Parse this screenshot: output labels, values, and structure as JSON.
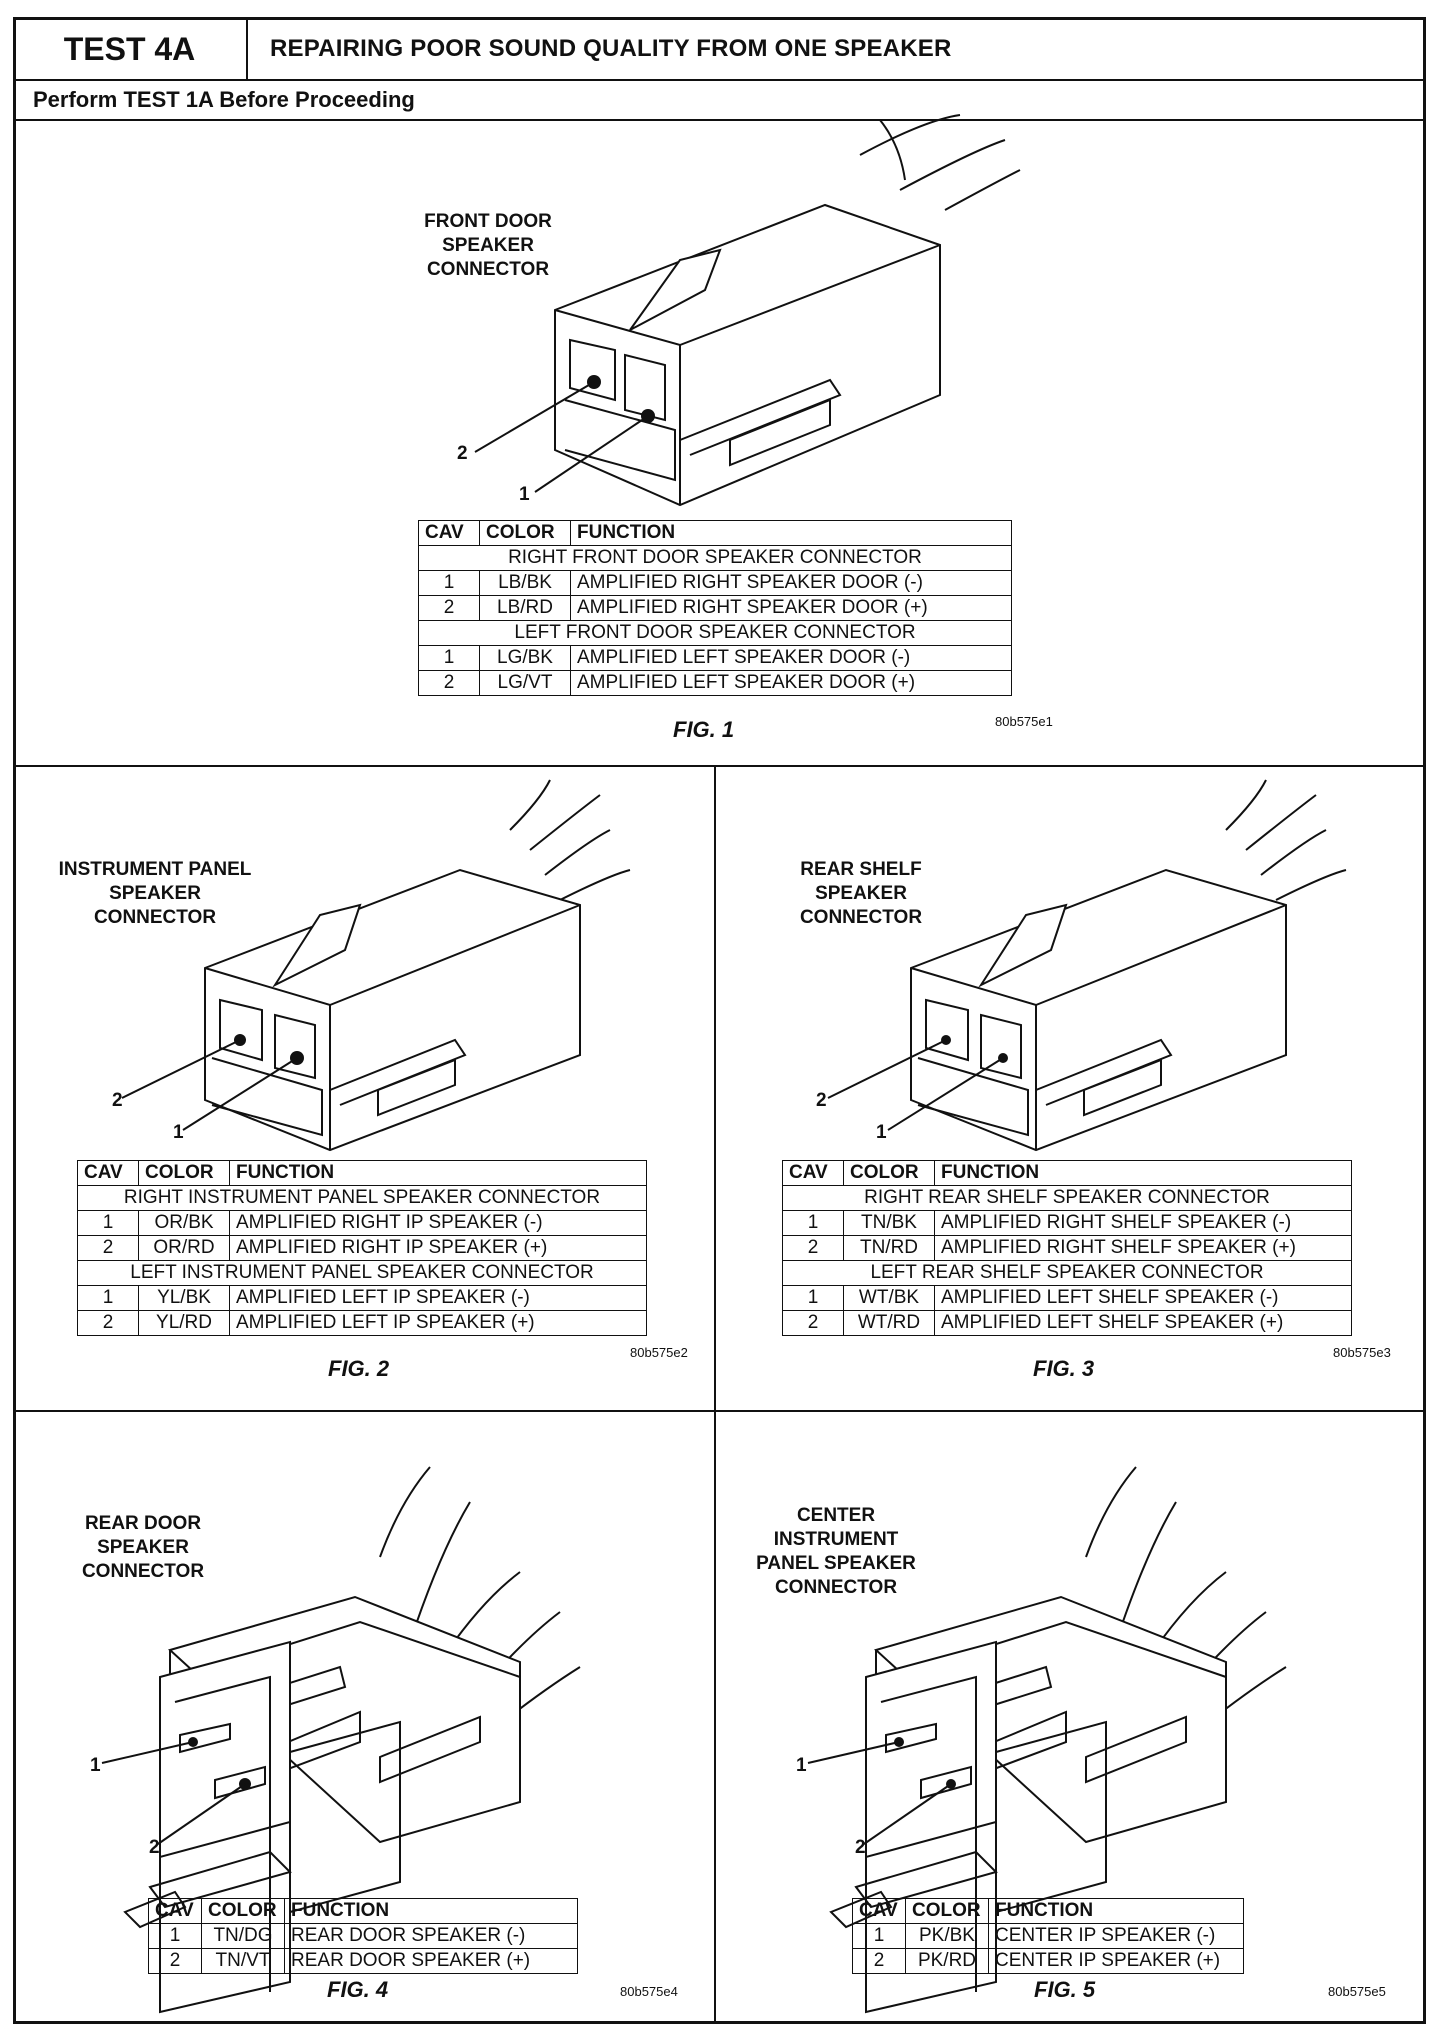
{
  "header": {
    "test_id": "TEST 4A",
    "title": "REPAIRING POOR SOUND QUALITY FROM ONE SPEAKER",
    "subtitle": "Perform TEST 1A Before Proceeding"
  },
  "figures": {
    "fig1": {
      "connector_label": [
        "FRONT DOOR",
        "SPEAKER",
        "CONNECTOR"
      ],
      "pin_labels": [
        "1",
        "2"
      ],
      "table": {
        "headers": [
          "CAV",
          "COLOR",
          "FUNCTION"
        ],
        "sections": [
          {
            "title": "RIGHT FRONT DOOR SPEAKER CONNECTOR",
            "rows": [
              [
                "1",
                "LB/BK",
                "AMPLIFIED RIGHT SPEAKER DOOR (-)"
              ],
              [
                "2",
                "LB/RD",
                "AMPLIFIED RIGHT SPEAKER DOOR (+)"
              ]
            ]
          },
          {
            "title": "LEFT FRONT DOOR SPEAKER CONNECTOR",
            "rows": [
              [
                "1",
                "LG/BK",
                "AMPLIFIED LEFT SPEAKER DOOR (-)"
              ],
              [
                "2",
                "LG/VT",
                "AMPLIFIED LEFT SPEAKER DOOR (+)"
              ]
            ]
          }
        ]
      },
      "caption": "FIG. 1",
      "code": "80b575e1"
    },
    "fig2": {
      "connector_label": [
        "INSTRUMENT PANEL",
        "SPEAKER",
        "CONNECTOR"
      ],
      "pin_labels": [
        "1",
        "2"
      ],
      "table": {
        "headers": [
          "CAV",
          "COLOR",
          "FUNCTION"
        ],
        "sections": [
          {
            "title": "RIGHT INSTRUMENT PANEL SPEAKER CONNECTOR",
            "rows": [
              [
                "1",
                "OR/BK",
                "AMPLIFIED RIGHT IP SPEAKER (-)"
              ],
              [
                "2",
                "OR/RD",
                "AMPLIFIED RIGHT IP SPEAKER (+)"
              ]
            ]
          },
          {
            "title": "LEFT INSTRUMENT PANEL SPEAKER CONNECTOR",
            "rows": [
              [
                "1",
                "YL/BK",
                "AMPLIFIED LEFT IP SPEAKER (-)"
              ],
              [
                "2",
                "YL/RD",
                "AMPLIFIED LEFT IP SPEAKER (+)"
              ]
            ]
          }
        ]
      },
      "caption": "FIG. 2",
      "code": "80b575e2"
    },
    "fig3": {
      "connector_label": [
        "REAR SHELF",
        "SPEAKER",
        "CONNECTOR"
      ],
      "pin_labels": [
        "1",
        "2"
      ],
      "table": {
        "headers": [
          "CAV",
          "COLOR",
          "FUNCTION"
        ],
        "sections": [
          {
            "title": "RIGHT REAR SHELF SPEAKER CONNECTOR",
            "rows": [
              [
                "1",
                "TN/BK",
                "AMPLIFIED RIGHT SHELF SPEAKER (-)"
              ],
              [
                "2",
                "TN/RD",
                "AMPLIFIED RIGHT SHELF SPEAKER (+)"
              ]
            ]
          },
          {
            "title": "LEFT REAR SHELF SPEAKER CONNECTOR",
            "rows": [
              [
                "1",
                "WT/BK",
                "AMPLIFIED LEFT SHELF SPEAKER (-)"
              ],
              [
                "2",
                "WT/RD",
                "AMPLIFIED LEFT SHELF SPEAKER (+)"
              ]
            ]
          }
        ]
      },
      "caption": "FIG. 3",
      "code": "80b575e3"
    },
    "fig4": {
      "connector_label": [
        "REAR DOOR",
        "SPEAKER",
        "CONNECTOR"
      ],
      "pin_labels": [
        "1",
        "2"
      ],
      "table": {
        "headers": [
          "CAV",
          "COLOR",
          "FUNCTION"
        ],
        "sections": [
          {
            "title": "",
            "rows": [
              [
                "1",
                "TN/DG",
                "REAR DOOR SPEAKER (-)"
              ],
              [
                "2",
                "TN/VT",
                "REAR DOOR SPEAKER (+)"
              ]
            ]
          }
        ]
      },
      "caption": "FIG. 4",
      "code": "80b575e4"
    },
    "fig5": {
      "connector_label": [
        "CENTER",
        "INSTRUMENT",
        "PANEL SPEAKER",
        "CONNECTOR"
      ],
      "pin_labels": [
        "1",
        "2"
      ],
      "table": {
        "headers": [
          "CAV",
          "COLOR",
          "FUNCTION"
        ],
        "sections": [
          {
            "title": "",
            "rows": [
              [
                "1",
                "PK/BK",
                "CENTER IP SPEAKER (-)"
              ],
              [
                "2",
                "PK/RD",
                "CENTER IP SPEAKER (+)"
              ]
            ]
          }
        ]
      },
      "caption": "FIG. 5",
      "code": "80b575e5"
    }
  }
}
